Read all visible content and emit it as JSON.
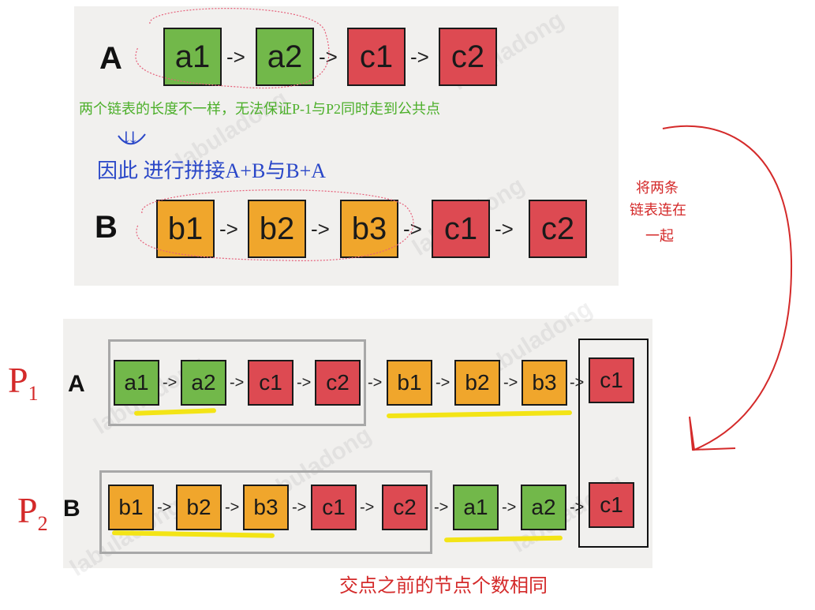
{
  "watermark": "labuladong",
  "top": {
    "list_a": {
      "label": "A",
      "nodes": [
        {
          "text": "a1",
          "color": "green"
        },
        {
          "text": "a2",
          "color": "green"
        },
        {
          "text": "c1",
          "color": "red"
        },
        {
          "text": "c2",
          "color": "red"
        }
      ]
    },
    "list_b": {
      "label": "B",
      "nodes": [
        {
          "text": "b1",
          "color": "orange"
        },
        {
          "text": "b2",
          "color": "orange"
        },
        {
          "text": "b3",
          "color": "orange"
        },
        {
          "text": "c1",
          "color": "red"
        },
        {
          "text": "c2",
          "color": "red"
        }
      ]
    },
    "arrow": "->"
  },
  "bottom": {
    "row_p1": {
      "pointer": "P",
      "pointer_sub": "1",
      "label": "A",
      "nodes": [
        {
          "text": "a1",
          "color": "green"
        },
        {
          "text": "a2",
          "color": "green"
        },
        {
          "text": "c1",
          "color": "red"
        },
        {
          "text": "c2",
          "color": "red"
        },
        {
          "text": "b1",
          "color": "orange"
        },
        {
          "text": "b2",
          "color": "orange"
        },
        {
          "text": "b3",
          "color": "orange"
        },
        {
          "text": "c1",
          "color": "red"
        }
      ]
    },
    "row_p2": {
      "pointer": "P",
      "pointer_sub": "2",
      "label": "B",
      "nodes": [
        {
          "text": "b1",
          "color": "orange"
        },
        {
          "text": "b2",
          "color": "orange"
        },
        {
          "text": "b3",
          "color": "orange"
        },
        {
          "text": "c1",
          "color": "red"
        },
        {
          "text": "c2",
          "color": "red"
        },
        {
          "text": "a1",
          "color": "green"
        },
        {
          "text": "a2",
          "color": "green"
        },
        {
          "text": "c1",
          "color": "red"
        }
      ]
    }
  },
  "annotations": {
    "green_note": "两个链表的长度不一样，无法保证P-1与P2同时走到公共点",
    "therefore_mark": "⇊",
    "blue_note": "因此 进行拼接A+B与B+A",
    "red_side_note": [
      "将两条",
      "链表连在",
      "一起"
    ],
    "red_bottom_note": "交点之前的节点个数相同"
  },
  "colors": {
    "green": "#72b84a",
    "red": "#dd4a52",
    "orange": "#f0a62c",
    "highlight": "#f3e416",
    "ink_red": "#d42a2a",
    "ink_green": "#4caf2a",
    "ink_blue": "#2a47c8"
  }
}
